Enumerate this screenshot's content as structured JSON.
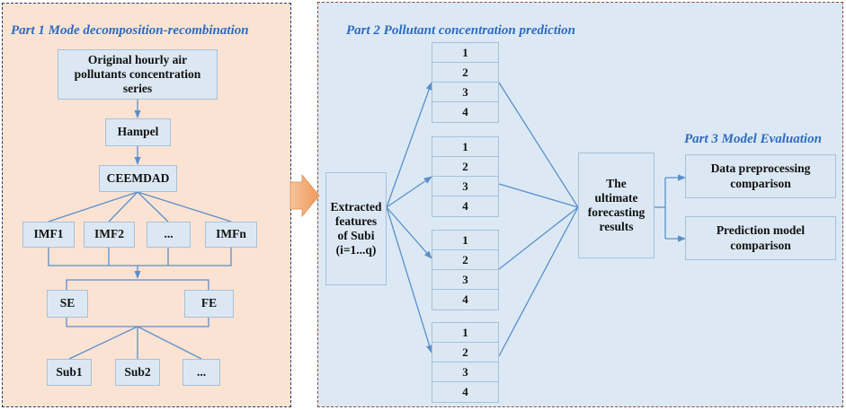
{
  "part1": {
    "title": "Part 1 Mode decomposition-recombination",
    "original": "Original hourly air pollutants concentration series",
    "hampel": "Hampel",
    "ceemdad": "CEEMDAD",
    "imfs": [
      "IMF1",
      "IMF2",
      "...",
      "IMFn"
    ],
    "se": "SE",
    "fe": "FE",
    "subs": [
      "Sub1",
      "Sub2",
      "..."
    ]
  },
  "part2": {
    "title": "Part 2 Pollutant concentration prediction",
    "features": "Extracted features of Subi (i=1...q)",
    "groups": [
      [
        "1",
        "2",
        "3",
        "4"
      ],
      [
        "1",
        "2",
        "3",
        "4"
      ],
      [
        "1",
        "2",
        "3",
        "4"
      ],
      [
        "1",
        "2",
        "3",
        "4"
      ]
    ],
    "result": "The ultimate forecasting results"
  },
  "part3": {
    "title": "Part 3 Model Evaluation",
    "data_comparison": "Data preprocessing comparison",
    "model_comparison": "Prediction model comparison"
  },
  "colors": {
    "panel1_bg": "#fbe3d4",
    "panel2_bg": "#dce9f5",
    "box_fill": "#dbe8f4",
    "title_blue": "#2e6bbf",
    "arrow_orange": "#f0a36a",
    "line_blue": "#5b8fc9"
  }
}
